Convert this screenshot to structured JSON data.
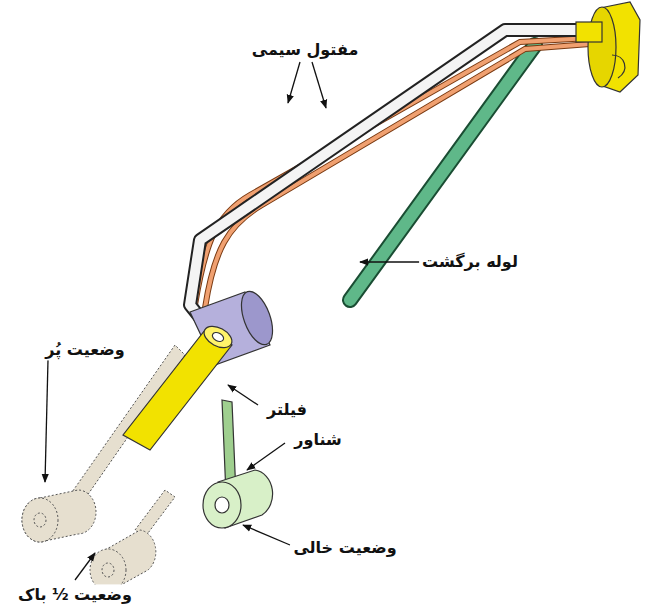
{
  "diagram": {
    "labels": [
      "مفتول سیمی",
      "لوله برگشت",
      "وضعیت پُر",
      "فیلتر",
      "شناور",
      "وضعیت خالی",
      "وضعیت ½ باک"
    ]
  }
}
